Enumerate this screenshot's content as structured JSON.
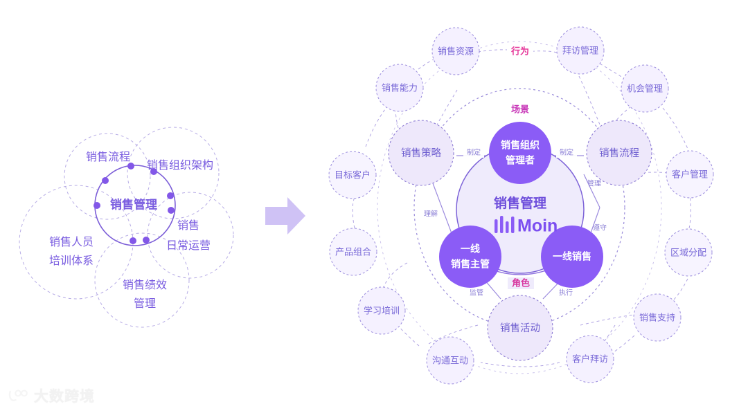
{
  "background": "#ffffff",
  "palette": {
    "core_purple": "#8b5cf6",
    "core_purple_dark": "#7c4ef0",
    "soft_fill": "#f3efff",
    "soft_fill_2": "#ece6fb",
    "dash_stroke": "#9d8fe0",
    "label_purple": "#7a6ad8",
    "accent_pink": "#e040a8",
    "accent_magenta": "#d633b0",
    "arrow_fill": "#cfc2f5"
  },
  "left_diagram": {
    "core_label": "销售管理",
    "petals": [
      {
        "label": "销售流程"
      },
      {
        "label": "销售组织架构"
      },
      {
        "label": "销售\n日常运营"
      },
      {
        "label": "销售绩效\n管理"
      },
      {
        "label": "销售人员\n培训体系"
      }
    ],
    "petal_lines": [
      "销售流程",
      "销售组织架构",
      "销售",
      "日常运营",
      "销售绩效",
      "管理",
      "销售人员",
      "培训体系"
    ]
  },
  "arrow": {
    "name": "transform-arrow",
    "direction": "right"
  },
  "right_diagram": {
    "center": {
      "title": "销售管理",
      "logo_text": "Moin",
      "logo_bars": "I|I"
    },
    "core_nodes": [
      {
        "id": "manager",
        "label_line1": "销售组织",
        "label_line2": "管理者"
      },
      {
        "id": "frontline-supervisor",
        "label_line1": "一线",
        "label_line2": "销售主管"
      },
      {
        "id": "frontline-sales",
        "label_line1": "一线销售",
        "label_line2": ""
      }
    ],
    "group_labels": [
      {
        "id": "scene",
        "text": "场景",
        "color": "#c838b8"
      },
      {
        "id": "role",
        "text": "角色",
        "color": "#d8389f"
      },
      {
        "id": "behavior",
        "text": "行为",
        "color": "#e6399a"
      }
    ],
    "relations": [
      {
        "text": "制定"
      },
      {
        "text": "制定"
      },
      {
        "text": "管理"
      },
      {
        "text": "遵守"
      },
      {
        "text": "理解"
      },
      {
        "text": "监管"
      },
      {
        "text": "执行"
      }
    ],
    "mid_ring_nodes": [
      {
        "id": "sales-strategy",
        "label": "销售策略"
      },
      {
        "id": "sales-process",
        "label": "销售流程"
      },
      {
        "id": "sales-activity",
        "label": "销售活动"
      }
    ],
    "outer_ring_nodes": [
      {
        "id": "sales-resource",
        "label": "销售资源"
      },
      {
        "id": "visit-management",
        "label": "拜访管理"
      },
      {
        "id": "sales-capability",
        "label": "销售能力"
      },
      {
        "id": "opportunity-management",
        "label": "机会管理"
      },
      {
        "id": "target-customer",
        "label": "目标客户"
      },
      {
        "id": "customer-management",
        "label": "客户管理"
      },
      {
        "id": "product-mix",
        "label": "产品组合"
      },
      {
        "id": "region-allocation",
        "label": "区域分配"
      },
      {
        "id": "learning-training",
        "label": "学习培训"
      },
      {
        "id": "sales-support",
        "label": "销售支持"
      },
      {
        "id": "communication-interaction",
        "label": "沟通互动"
      },
      {
        "id": "customer-visit",
        "label": "客户拜访"
      }
    ]
  },
  "watermark": {
    "text": "大数跨境"
  }
}
